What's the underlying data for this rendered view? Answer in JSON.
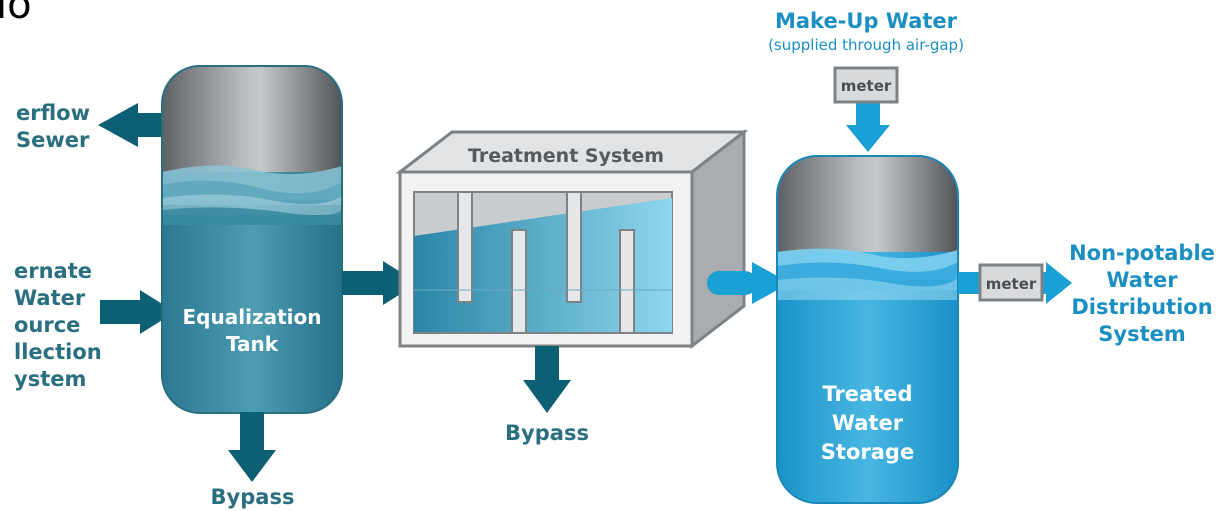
{
  "corner_text": "lo",
  "overflow_label": [
    "erflow",
    "Sewer"
  ],
  "alternate_label": [
    "ernate",
    "Water",
    "ource",
    "llection",
    "ystem"
  ],
  "equalization_tank": [
    "Equalization",
    "Tank"
  ],
  "bypass_left": "Bypass",
  "treatment_system": "Treatment System",
  "bypass_center": "Bypass",
  "makeup_title": "Make-Up Water",
  "makeup_subtitle": "(supplied through air-gap)",
  "meter_top": "meter",
  "meter_right": "meter",
  "treated_storage": [
    "Treated",
    "Water",
    "Storage"
  ],
  "distribution_label": [
    "Non-potable",
    "Water",
    "Distribution",
    "System"
  ],
  "colors": {
    "dark_teal": "#0d5f73",
    "tank_water": "#3a8aa1",
    "bright_blue": "#1aa0d4",
    "steel_gray": "#8a8f94"
  }
}
